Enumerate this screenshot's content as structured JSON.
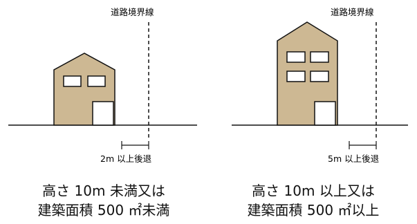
{
  "left": {
    "boundary_label": "道路境界線",
    "setback_label": "2m 以上後退",
    "caption_line1": "高さ 10m 未満又は",
    "caption_line2": "建築面積 500 ㎡未満"
  },
  "right": {
    "boundary_label": "道路境界線",
    "setback_label": "5m 以上後退",
    "caption_line1": "高さ 10m 以上又は",
    "caption_line2": "建築面積 500 ㎡以上"
  },
  "colors": {
    "building_fill": "#cdb893",
    "outline": "#111111",
    "window_fill": "#ffffff"
  }
}
